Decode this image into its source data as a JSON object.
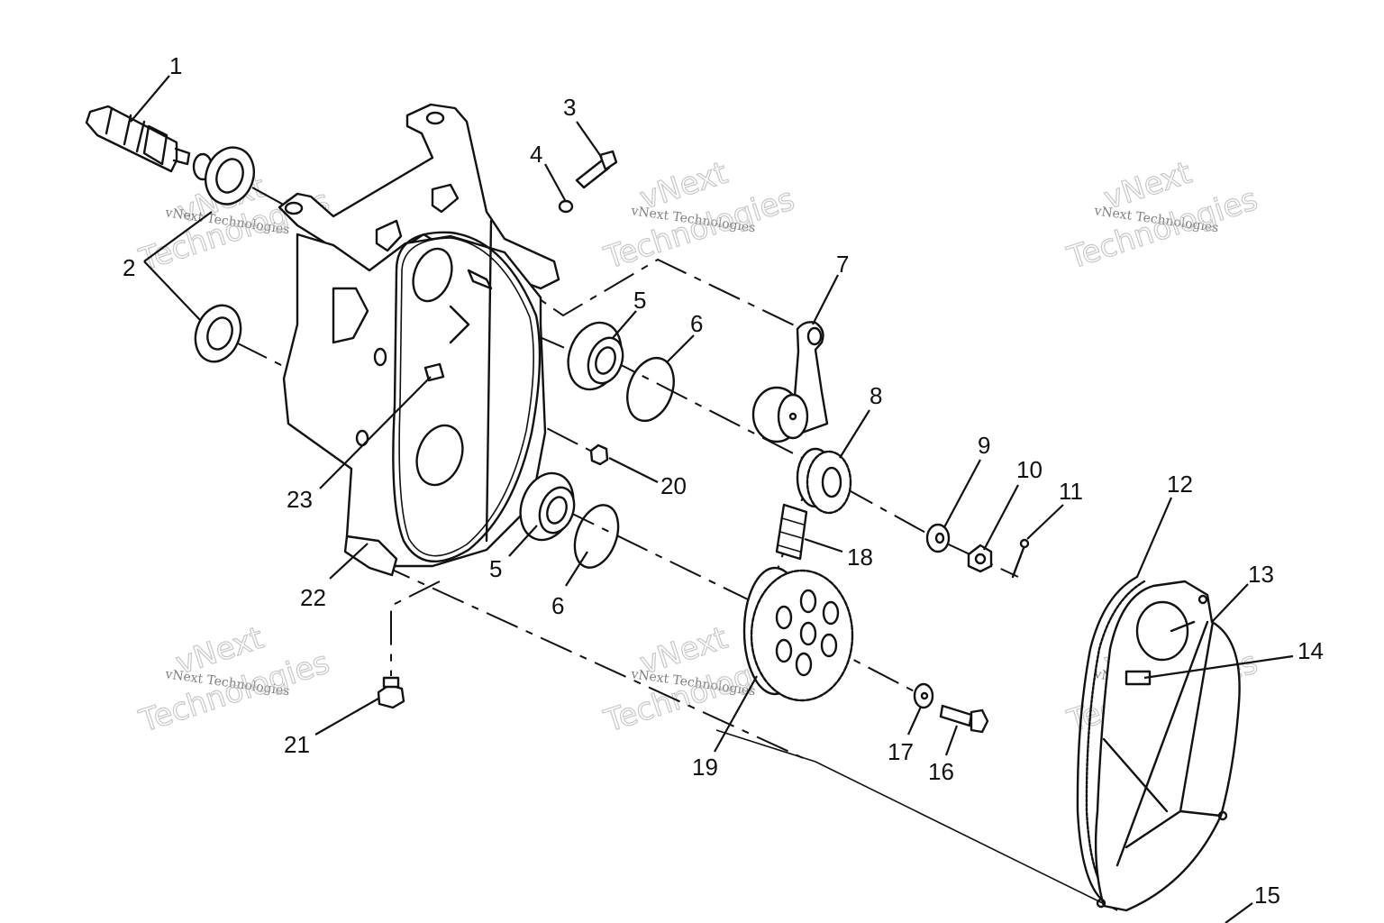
{
  "diagram": {
    "title": "Chaincase / drive assembly exploded view",
    "callouts": [
      {
        "id": "c1",
        "text": "1"
      },
      {
        "id": "c2",
        "text": "2"
      },
      {
        "id": "c3",
        "text": "3"
      },
      {
        "id": "c4",
        "text": "4"
      },
      {
        "id": "c5a",
        "text": "5"
      },
      {
        "id": "c6a",
        "text": "6"
      },
      {
        "id": "c7",
        "text": "7"
      },
      {
        "id": "c8",
        "text": "8"
      },
      {
        "id": "c9",
        "text": "9"
      },
      {
        "id": "c10",
        "text": "10"
      },
      {
        "id": "c11",
        "text": "11"
      },
      {
        "id": "c12",
        "text": "12"
      },
      {
        "id": "c13",
        "text": "13"
      },
      {
        "id": "c14",
        "text": "14"
      },
      {
        "id": "c15",
        "text": "15"
      },
      {
        "id": "c16",
        "text": "16"
      },
      {
        "id": "c17",
        "text": "17"
      },
      {
        "id": "c18",
        "text": "18"
      },
      {
        "id": "c19",
        "text": "19"
      },
      {
        "id": "c20",
        "text": "20"
      },
      {
        "id": "c21",
        "text": "21"
      },
      {
        "id": "c22",
        "text": "22"
      },
      {
        "id": "c23",
        "text": "23"
      },
      {
        "id": "c5b",
        "text": "5"
      },
      {
        "id": "c6b",
        "text": "6"
      }
    ],
    "watermark": {
      "line1": "vNext Technologies",
      "line2": "Technologies",
      "line3": "vNext"
    },
    "colors": {
      "ink": "#111111",
      "watermark": "#bbbbbb",
      "background": "#ffffff"
    }
  }
}
